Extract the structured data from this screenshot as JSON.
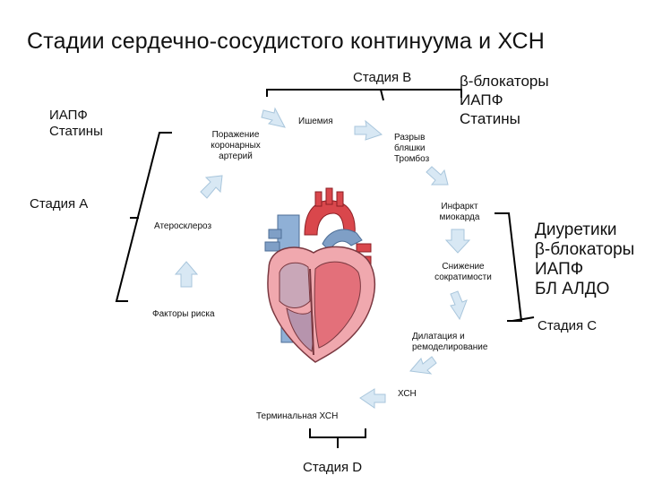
{
  "title": "Стадии сердечно-сосудистого континуума и ХСН",
  "stages": {
    "a": "Стадия А",
    "b": "Стадия В",
    "c": "Стадия С",
    "d": "Стадия D"
  },
  "treatments": {
    "stage_a": [
      "ИАПФ",
      "Статины"
    ],
    "stage_b": [
      "β-блокаторы",
      "ИАПФ",
      "Статины"
    ],
    "stage_c": [
      "Диуретики",
      "β-блокаторы",
      "ИАПФ",
      "БЛ АЛДО"
    ]
  },
  "cycle": {
    "risk_factors": "Факторы риска",
    "atherosclerosis": "Атеросклероз",
    "coronary_lesion": "Поражение\nкоронарных\nартерий",
    "ischemia": "Ишемия",
    "plaque_rupture": "Разрыв\nбляшки\nТромбоз",
    "infarction": "Инфаркт\nмиокарда",
    "contractility": "Снижение\nсократимости",
    "dilatation": "Дилатация и\nремоделирование",
    "hf": "ХСН",
    "terminal_hf": "Терминальная ХСН"
  },
  "colors": {
    "arrow": "#d8e8f4",
    "arrow_stroke": "#a9c6dc",
    "bracket": "#000000",
    "heart_red": "#d9474c",
    "heart_pink": "#f0a8ae",
    "vessel_blue": "#7f9fc6"
  }
}
